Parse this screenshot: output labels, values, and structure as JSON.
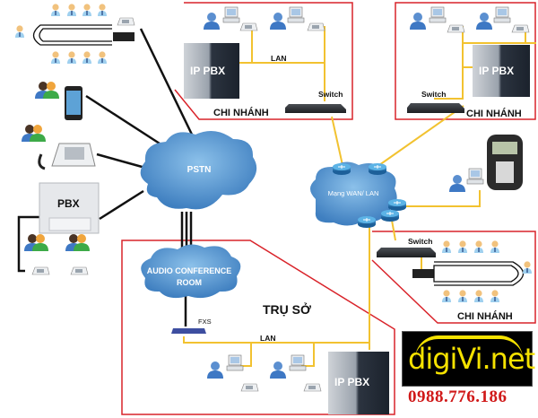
{
  "diagram": {
    "title": "IP PBX network topology",
    "nodes": {
      "pstn": {
        "label": "PSTN"
      },
      "wan": {
        "label": "Mạng WAN/ LAN"
      },
      "audio_conf": {
        "line1": "AUDIO CONFERENCE",
        "line2": "ROOM"
      },
      "legacy_pbx": {
        "label": "PBX"
      },
      "fxs": {
        "label": "FXS"
      }
    },
    "branch_top_left": {
      "title": "CHI NHÁNH",
      "pbx_label": "IP PBX",
      "lan_label": "LAN",
      "switch_label": "Switch"
    },
    "branch_top_right": {
      "title": "CHI NHÁNH",
      "pbx_label": "IP PBX",
      "switch_label": "Switch"
    },
    "branch_bottom_right": {
      "title": "CHI NHÁNH",
      "switch_label": "Switch"
    },
    "headquarters": {
      "title": "TRỤ SỞ",
      "lan_label": "LAN",
      "pbx_label": "IP PBX"
    },
    "brand": {
      "logo_text": "digiVi.net",
      "phone": "0988.776.186"
    },
    "colors": {
      "branch_border": "#d9232a",
      "lan_line": "#f2c230",
      "pstn_line": "#111111",
      "cloud": "#5a9bd4",
      "brand_yellow": "#f5e200",
      "brand_red": "#d01818"
    }
  }
}
